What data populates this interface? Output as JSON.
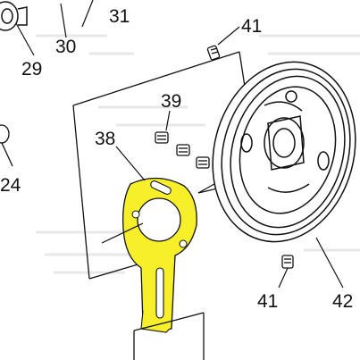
{
  "diagram": {
    "callouts": [
      {
        "id": "part-31",
        "label": "31"
      },
      {
        "id": "part-30",
        "label": "30"
      },
      {
        "id": "part-29",
        "label": "29"
      },
      {
        "id": "part-41-top",
        "label": "41"
      },
      {
        "id": "part-39",
        "label": "39"
      },
      {
        "id": "part-38",
        "label": "38"
      },
      {
        "id": "part-24",
        "label": "24"
      },
      {
        "id": "part-41-bottom",
        "label": "41"
      },
      {
        "id": "part-42",
        "label": "42"
      }
    ],
    "highlight_color": "#f7ef2a",
    "line_color": "#111111",
    "background_color": "#ffffff"
  }
}
